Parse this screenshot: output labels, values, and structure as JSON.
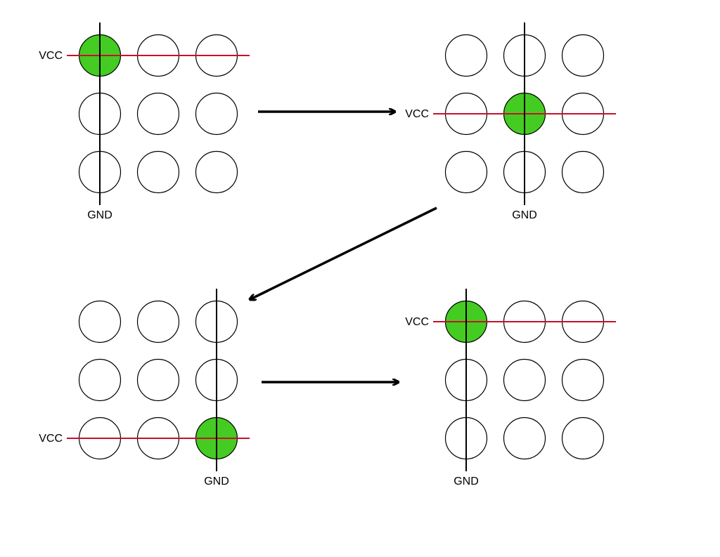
{
  "colors": {
    "lit": "#44cc22",
    "off": "#ffffff",
    "vcc_line": "#c8102e",
    "gnd_line": "#000000",
    "arrow": "#000000"
  },
  "panels": [
    {
      "id": "panel-1",
      "active": {
        "row": 0,
        "col": 0
      },
      "vcc_label": "VCC",
      "gnd_label": "GND"
    },
    {
      "id": "panel-2",
      "active": {
        "row": 1,
        "col": 1
      },
      "vcc_label": "VCC",
      "gnd_label": "GND"
    },
    {
      "id": "panel-3",
      "active": {
        "row": 2,
        "col": 2
      },
      "vcc_label": "VCC",
      "gnd_label": "GND"
    },
    {
      "id": "panel-4",
      "active": {
        "row": 0,
        "col": 0
      },
      "vcc_label": "VCC",
      "gnd_label": "GND"
    }
  ],
  "sequence": [
    {
      "from": "panel-1",
      "to": "panel-2"
    },
    {
      "from": "panel-2",
      "to": "panel-3"
    },
    {
      "from": "panel-3",
      "to": "panel-4"
    }
  ]
}
